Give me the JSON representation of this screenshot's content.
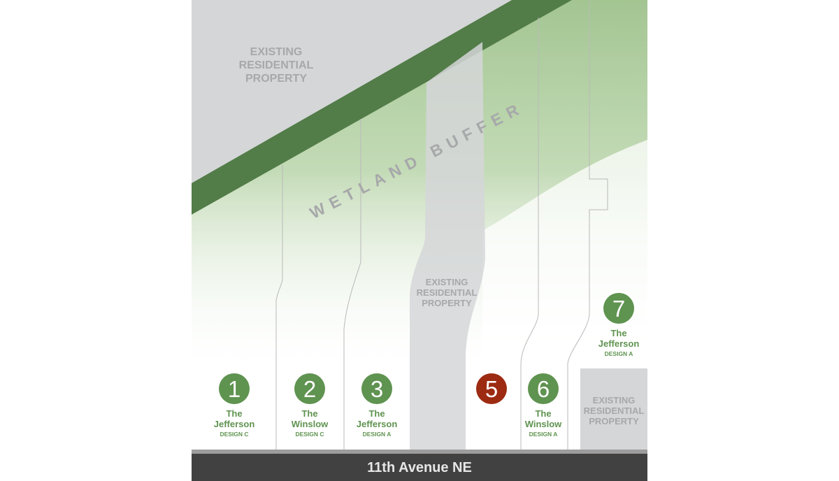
{
  "map": {
    "street": "11th Avenue NE",
    "wetland_buffer": "WETLAND BUFFER",
    "existing_property": {
      "top_left": [
        "EXISTING",
        "RESIDENTIAL",
        "PROPERTY"
      ],
      "middle": [
        "EXISTING",
        "RESIDENTIAL",
        "PROPERTY"
      ],
      "bottom_right": [
        "EXISTING",
        "RESIDENTIAL",
        "PROPERTY"
      ]
    },
    "lots": [
      {
        "number": "1",
        "model": [
          "The",
          "Jefferson"
        ],
        "design": "DESIGN C",
        "status_color": "#5f9350"
      },
      {
        "number": "2",
        "model": [
          "The",
          "Winslow"
        ],
        "design": "DESIGN C",
        "status_color": "#5f9350"
      },
      {
        "number": "3",
        "model": [
          "The",
          "Jefferson"
        ],
        "design": "DESIGN A",
        "status_color": "#5f9350"
      },
      {
        "number": "5",
        "model": [
          "",
          ""
        ],
        "design": "",
        "status_color": "#9c2b12"
      },
      {
        "number": "6",
        "model": [
          "The",
          "Winslow"
        ],
        "design": "DESIGN A",
        "status_color": "#5f9350"
      },
      {
        "number": "7",
        "model": [
          "The",
          "Jefferson"
        ],
        "design": "DESIGN A",
        "status_color": "#5f9350"
      }
    ]
  },
  "colors": {
    "wetland_band": "#527c48",
    "buffer_green": "#a3c592",
    "existing_gray": "#d5d6d8",
    "street": "#414142",
    "curb": "#9d9d9d"
  }
}
